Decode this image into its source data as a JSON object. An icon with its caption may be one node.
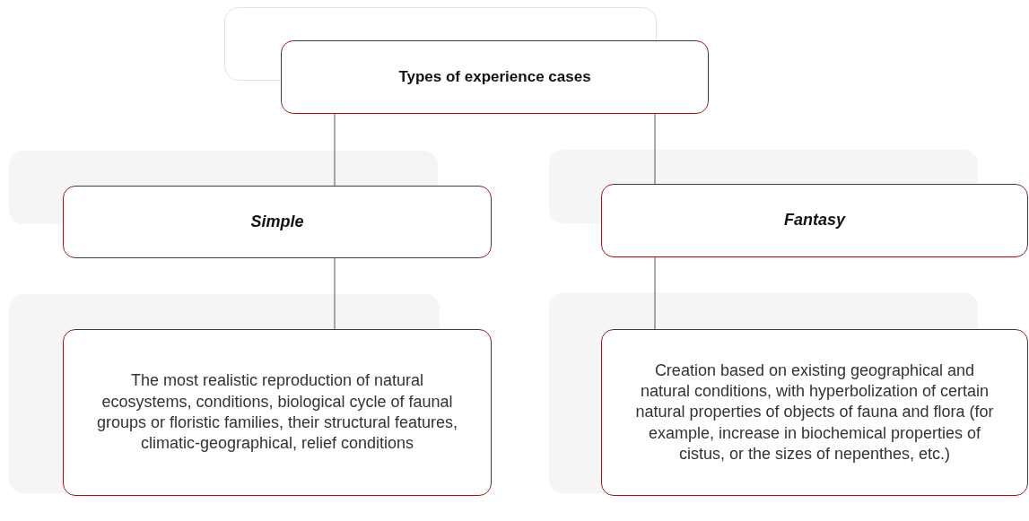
{
  "diagram": {
    "nodes": [
      {
        "text": [
          "Types of experience cases"
        ]
      },
      {
        "text": [
          "Simple"
        ]
      },
      {
        "text": [
          "Fantasy"
        ]
      },
      {
        "text": [
          "The most realistic reproduction of natural ecosystems, conditions, biological cycle of faunal groups or floristic families, their structural features, climatic-geographical, relief conditions"
        ]
      },
      {
        "text": [
          "Creation based on existing geographical and natural conditions, with hyperbolization of certain natural properties of objects of fauna and flora (for example, increase in biochemical properties of cistus, or the sizes of nepenthes, etc.)"
        ]
      }
    ],
    "edges": [
      {
        "from": 0,
        "to": 1,
        "arrow": "none"
      },
      {
        "from": 0,
        "to": 2,
        "arrow": "none"
      },
      {
        "from": 1,
        "to": 3,
        "arrow": "none"
      },
      {
        "from": 2,
        "to": 4,
        "arrow": "none"
      }
    ]
  }
}
